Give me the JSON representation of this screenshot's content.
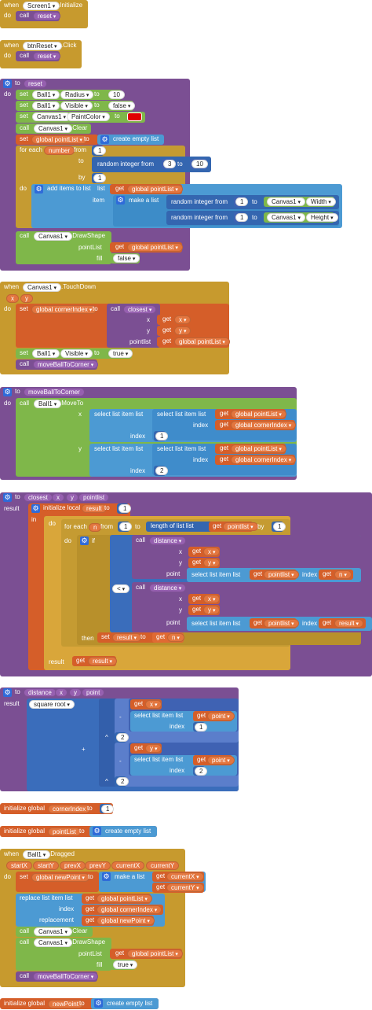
{
  "kw": {
    "when": "when",
    "do": "do",
    "to": "to",
    "set": "set",
    "call": "call",
    "result": "result",
    "get": "get",
    "for_each": "for each",
    "from": "from",
    "by": "by",
    "in": "in",
    "if": "if",
    "then": "then",
    "item": "item",
    "index": "index",
    "list": "list",
    "x": "x",
    "y": "y",
    "point": "point",
    "pointList": "pointList",
    "fill": "fill",
    "replacement": "replacement"
  },
  "b1": {
    "component": "Screen1",
    "event": ".Initialize",
    "proc": "reset"
  },
  "b2": {
    "component": "btnReset",
    "event": ".Click",
    "proc": "reset"
  },
  "b3": {
    "proc": "reset",
    "s1": {
      "comp": "Ball1",
      "prop": "Radius",
      "value": "10"
    },
    "s2": {
      "comp": "Ball1",
      "prop": "Visible",
      "value": "false"
    },
    "s3": {
      "comp": "Canvas1",
      "prop": "PaintColor",
      "color": "#e00000"
    },
    "clear": {
      "comp": "Canvas1",
      "method": ".Clear"
    },
    "setvar": "global pointList",
    "empty": "create empty list",
    "loopvar": "number",
    "from": "1",
    "random": "random integer from",
    "r_lo": "3",
    "r_hi": "10",
    "by": "1",
    "additems": "add items to list",
    "getvar": "global pointList",
    "makelist": "make a list",
    "rnd1": {
      "label": "random integer from",
      "lo": "1",
      "comp": "Canvas1",
      "prop": "Width"
    },
    "rnd2": {
      "label": "random integer from",
      "lo": "1",
      "comp": "Canvas1",
      "prop": "Height"
    },
    "draw": {
      "comp": "Canvas1",
      "method": ".DrawShape"
    },
    "draw_get": "global pointList",
    "draw_fill": "false"
  },
  "b4": {
    "component": "Canvas1",
    "event": ".TouchDown",
    "set": "global cornerIndex",
    "closest": "closest",
    "pointlist_label": "pointlist",
    "get_list": "global pointList",
    "vis": {
      "comp": "Ball1",
      "prop": "Visible",
      "value": "true"
    },
    "move": "moveBallToCorner"
  },
  "b5": {
    "proc": "moveBallToCorner",
    "moveto": {
      "comp": "Ball1",
      "method": ".MoveTo"
    },
    "sel": "select list item  list",
    "list": "global pointList",
    "idx": "global cornerIndex",
    "i1": "1",
    "i2": "2"
  },
  "b6": {
    "proc": "closest",
    "params": [
      "x",
      "y",
      "pointlist"
    ],
    "initlocal": "initialize local",
    "resvar": "result",
    "resval": "1",
    "loopvar": "n",
    "from": "1",
    "length": "length of list  list",
    "get_pl": "pointlist",
    "by": "1",
    "distance": "distance",
    "sel": "select list item  list",
    "lt": "<",
    "get_n": "n",
    "get_result": "result"
  },
  "b7": {
    "proc": "distance",
    "params": [
      "x",
      "y",
      "point"
    ],
    "sqrt": "square root",
    "minus": "-",
    "plus": "+",
    "pow": "^",
    "sel": "select list item  list",
    "get_point": "point",
    "i1": "1",
    "i2": "2",
    "exp": "2"
  },
  "b8": {
    "label": "initialize global",
    "name": "cornerIndex",
    "value": "1"
  },
  "b9": {
    "label": "initialize global",
    "name": "pointList",
    "value": "create empty list"
  },
  "b10": {
    "component": "Ball1",
    "event": ".Dragged",
    "params": [
      "startX",
      "startY",
      "prevX",
      "prevY",
      "currentX",
      "currentY"
    ],
    "set": "global newPoint",
    "makelist": "make a list",
    "cx": "currentX",
    "cy": "currentY",
    "replace": "replace list item  list",
    "list": "global pointList",
    "idx": "global cornerIndex",
    "rep": "global newPoint",
    "clear": {
      "comp": "Canvas1",
      "method": ".Clear"
    },
    "draw": {
      "comp": "Canvas1",
      "method": ".DrawShape"
    },
    "fill": "true",
    "move": "moveBallToCorner"
  },
  "b11": {
    "label": "initialize global",
    "name": "newPoint",
    "value": "create empty list"
  }
}
